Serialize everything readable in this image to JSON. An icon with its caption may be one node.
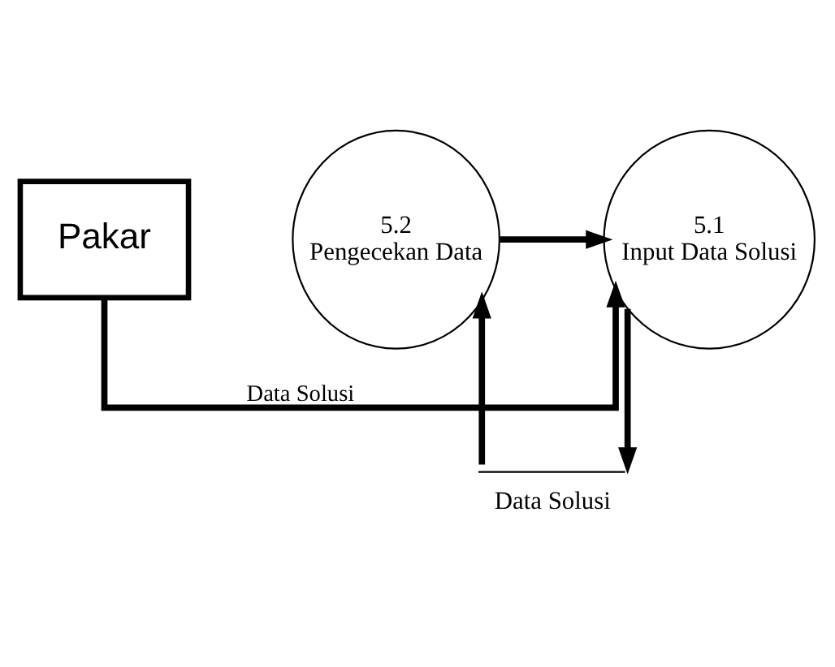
{
  "diagram": {
    "nodes": [
      {
        "text": [
          "Pakar"
        ]
      },
      {
        "text": [
          "5.1",
          "Input Data Solusi"
        ]
      },
      {
        "text": [
          "5.2",
          "Pengecekan Data"
        ]
      },
      {
        "text": [
          "Data Solusi"
        ]
      }
    ],
    "edges": [
      {
        "from": 0,
        "to": 1,
        "arrow": "to",
        "label": "Data Solusi"
      },
      {
        "from": 2,
        "to": 1,
        "arrow": "to"
      },
      {
        "from": 1,
        "to": 3,
        "arrow": "to"
      },
      {
        "from": 3,
        "to": 2,
        "arrow": "to"
      }
    ]
  }
}
